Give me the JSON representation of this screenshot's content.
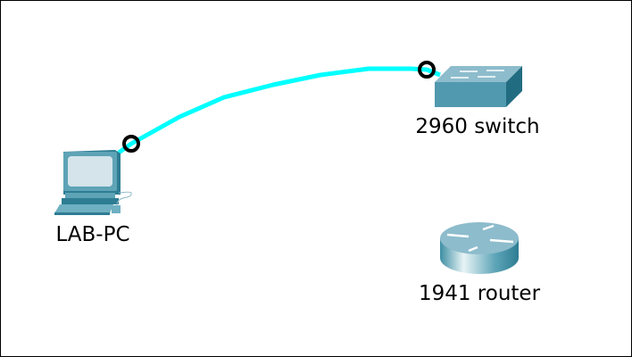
{
  "devices": [
    {
      "name": "LAB-PC",
      "type": "pc-icon"
    },
    {
      "name": "2960 switch",
      "type": "switch-icon"
    },
    {
      "name": "1941 router",
      "type": "router-icon"
    }
  ],
  "links": [
    {
      "from": "LAB-PC",
      "to": "2960 switch",
      "color": "#00ffff",
      "endpoint_status": "down"
    }
  ],
  "colors": {
    "cable": "#00ffff",
    "device": "#4f97ac"
  }
}
